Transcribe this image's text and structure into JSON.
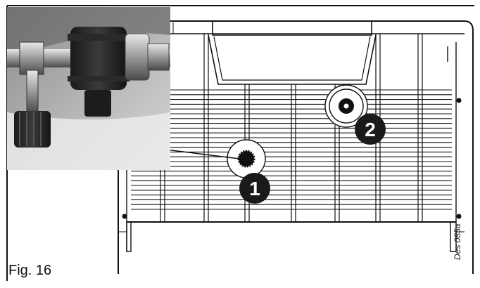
{
  "figure": {
    "label": "Fig. 16",
    "drawing_code": "Des 085a"
  },
  "callouts": [
    {
      "number": "1"
    },
    {
      "number": "2"
    }
  ],
  "colors": {
    "line": "#111111",
    "background": "#ffffff",
    "callout_fill": "#1a1a1a",
    "callout_text": "#ffffff"
  }
}
